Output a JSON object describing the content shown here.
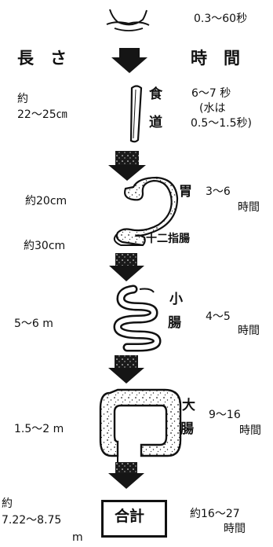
{
  "header": {
    "length_label": "長　さ",
    "time_label": "時　間"
  },
  "mouth": {
    "time": "0.3～60秒"
  },
  "esophagus": {
    "name": "食道",
    "name_chars": [
      "食",
      "道"
    ],
    "length_line1": "約",
    "length_line2": "22～25㎝",
    "time_line1": "6～7 秒",
    "time_line2": "(水は",
    "time_line3": "0.5～1.5秒)"
  },
  "stomach": {
    "name": "胃",
    "length": "約20cm",
    "time_line1": "3～6",
    "time_line2": "時間"
  },
  "duodenum": {
    "name": "十二指腸",
    "length": "約30cm"
  },
  "small_intestine": {
    "name_chars": [
      "小",
      "腸"
    ],
    "length": "5～6 m",
    "time_line1": "4～5",
    "time_line2": "時間"
  },
  "large_intestine": {
    "name_chars": [
      "大",
      "腸"
    ],
    "length": "1.5～2 m",
    "time_line1": "9～16",
    "time_line2": "時間"
  },
  "total": {
    "label": "合計",
    "length_line1": "約",
    "length_line2": "7.22～8.75",
    "length_line3": "m",
    "time_line1": "約16～27",
    "time_line2": "時間"
  }
}
